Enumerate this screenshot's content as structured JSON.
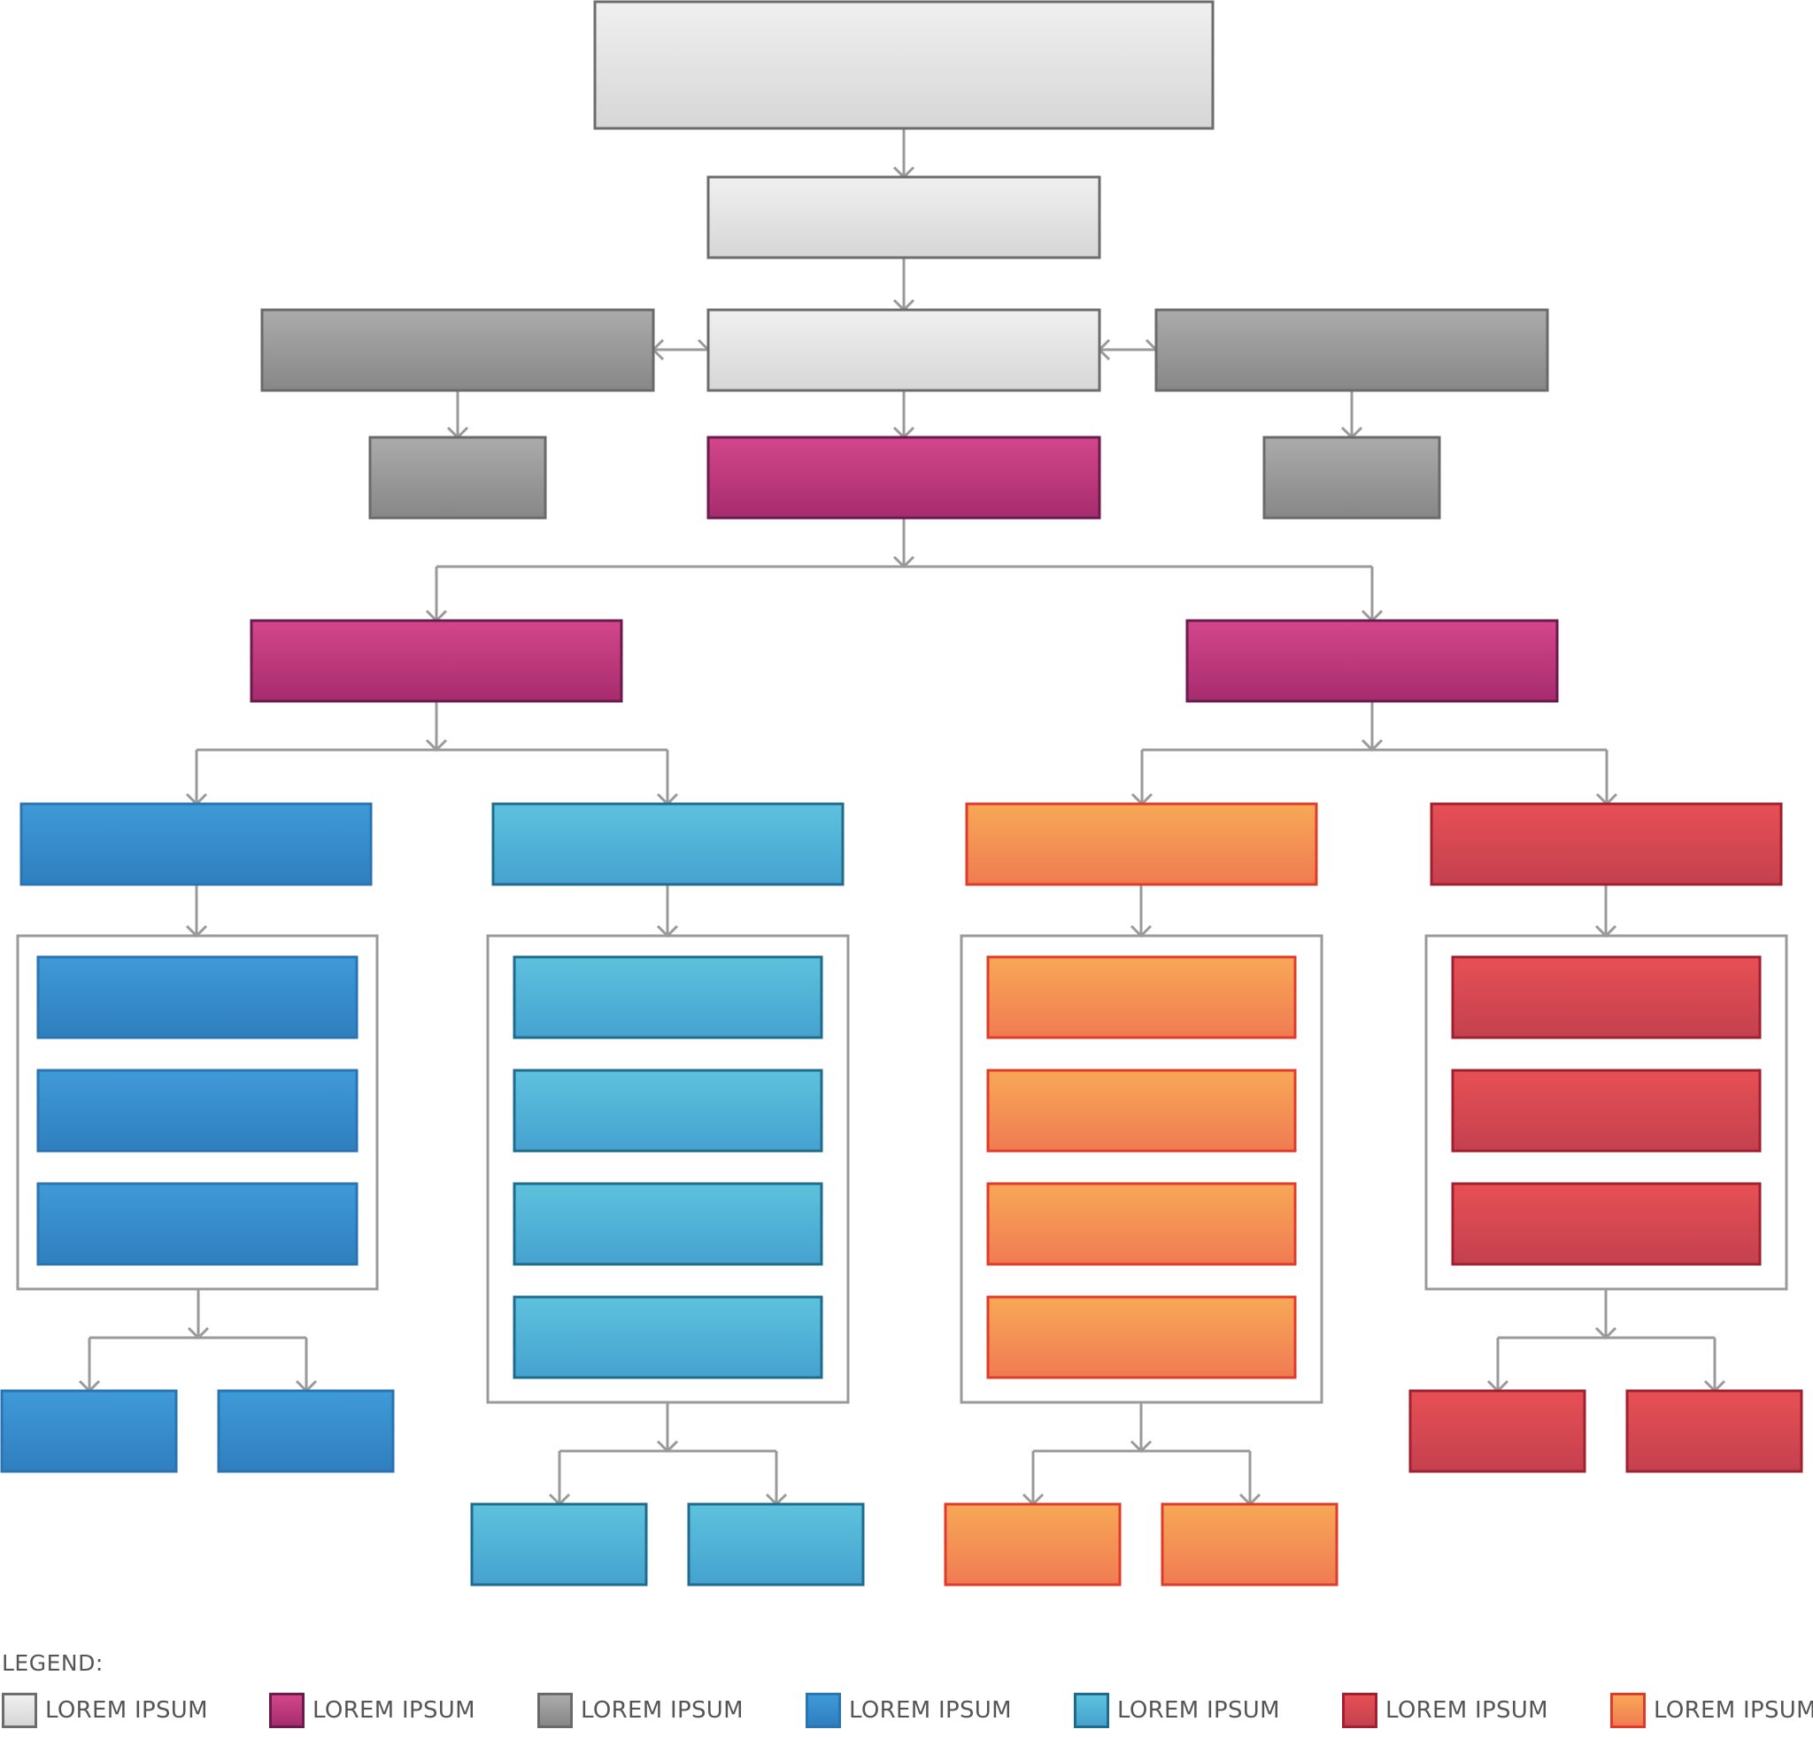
{
  "colors": {
    "light": {
      "top": "#f0f0f0",
      "bottom": "#d6d6d6",
      "stroke": "#6c6c6c"
    },
    "gray": {
      "top": "#ababab",
      "bottom": "#878787",
      "stroke": "#6a6a6a"
    },
    "magenta": {
      "top": "#d4468b",
      "bottom": "#a62c6e",
      "stroke": "#6a1a4c"
    },
    "blue": {
      "top": "#3f9ad8",
      "bottom": "#2f7fbe",
      "stroke": "#2a74b3"
    },
    "cyan": {
      "top": "#5dc2dd",
      "bottom": "#45a2cf",
      "stroke": "#1f6b8e"
    },
    "red": {
      "top": "#e75054",
      "bottom": "#c4404f",
      "stroke": "#a02030"
    },
    "orange": {
      "top": "#f7a856",
      "bottom": "#f07b52",
      "stroke": "#e03a2a"
    },
    "line": "#9a9a9a",
    "group_border": "#9a9a9a"
  },
  "legend": {
    "title": "LEGEND:",
    "items": [
      {
        "label": "LOREM IPSUM",
        "color": "light"
      },
      {
        "label": "LOREM IPSUM",
        "color": "magenta"
      },
      {
        "label": "LOREM IPSUM",
        "color": "gray"
      },
      {
        "label": "LOREM IPSUM",
        "color": "blue"
      },
      {
        "label": "LOREM IPSUM",
        "color": "cyan"
      },
      {
        "label": "LOREM IPSUM",
        "color": "red"
      },
      {
        "label": "LOREM IPSUM",
        "color": "orange"
      }
    ]
  }
}
